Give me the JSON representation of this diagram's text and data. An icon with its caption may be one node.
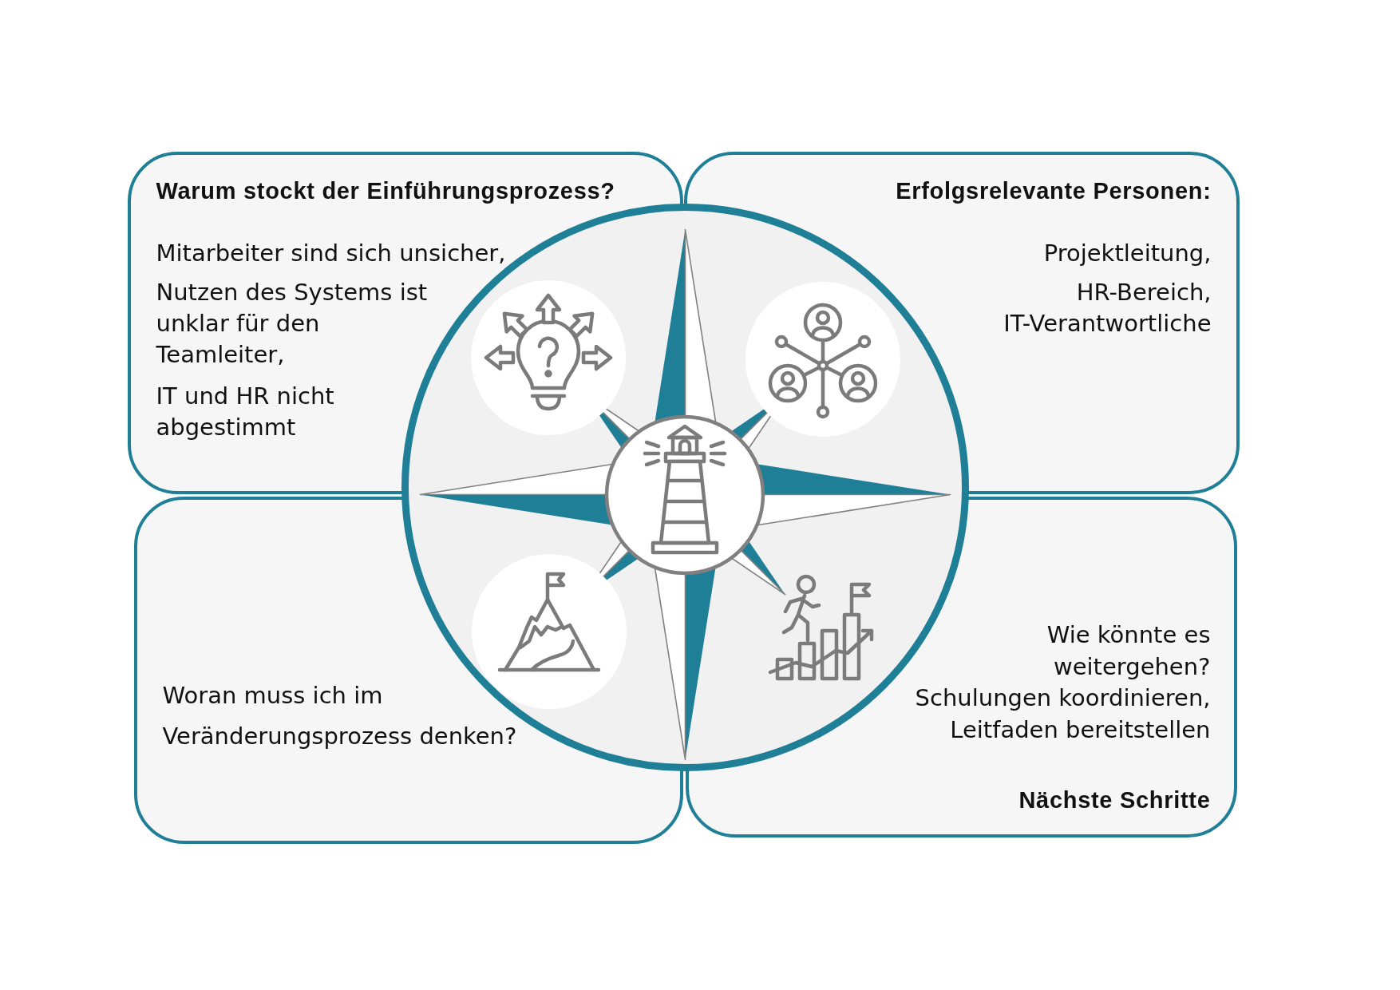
{
  "diagram": {
    "nodes": [
      {
        "text": [
          "Warum stockt der Einführungsprozess?",
          "Mitarbeiter sind sich unsicher,",
          "Nutzen des Systems ist unklar für den Teamleiter,",
          "IT und HR nicht abgestimmt"
        ]
      },
      {
        "text": [
          "Erfolgsrelevante Personen:",
          "Projektleitung,",
          "HR-Bereich, IT-Verantwortliche"
        ]
      },
      {
        "text": [
          "Woran muss ich im Veränderungsprozess denken?"
        ]
      },
      {
        "text": [
          "Wie könnte es weitergehen?",
          "Schulungen koordinieren, Leitfaden bereitstellen",
          "Nächste Schritte"
        ]
      }
    ]
  }
}
